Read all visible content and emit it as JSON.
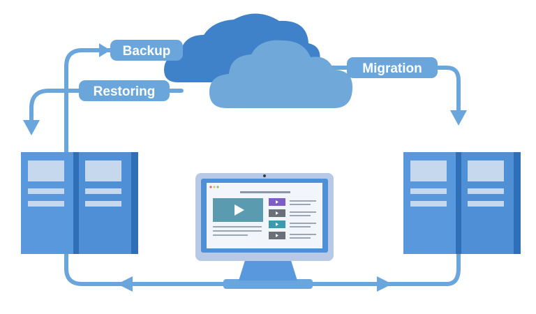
{
  "diagram": {
    "labels": {
      "backup": "Backup",
      "restoring": "Restoring",
      "migration": "Migration"
    },
    "nodes": [
      {
        "id": "left-server",
        "type": "server-rack"
      },
      {
        "id": "cloud",
        "type": "cloud"
      },
      {
        "id": "right-server",
        "type": "server-rack"
      },
      {
        "id": "monitor",
        "type": "desktop-monitor"
      }
    ],
    "edges": [
      {
        "from": "left-server",
        "to": "cloud",
        "label": "Backup"
      },
      {
        "from": "cloud",
        "to": "left-server",
        "label": "Restoring"
      },
      {
        "from": "cloud",
        "to": "right-server",
        "label": "Migration"
      },
      {
        "from": "monitor",
        "to": "left-server"
      },
      {
        "from": "monitor",
        "to": "right-server"
      }
    ]
  },
  "colors": {
    "arrow": "#6aa6dc",
    "label_bg": "#6aa6dc",
    "label_text": "#ffffff",
    "cloud_front": "#6fa8d9",
    "cloud_back": "#3f82c9",
    "server_front": "#4f8fd6",
    "server_side": "#2f6fb8",
    "server_panel": "#c6d8ee",
    "monitor_frame": "#b7c9e6",
    "monitor_screen": "#f2f5f9",
    "monitor_video": "#5a9bb0"
  },
  "icons": {
    "monitor_play": "play-icon"
  }
}
